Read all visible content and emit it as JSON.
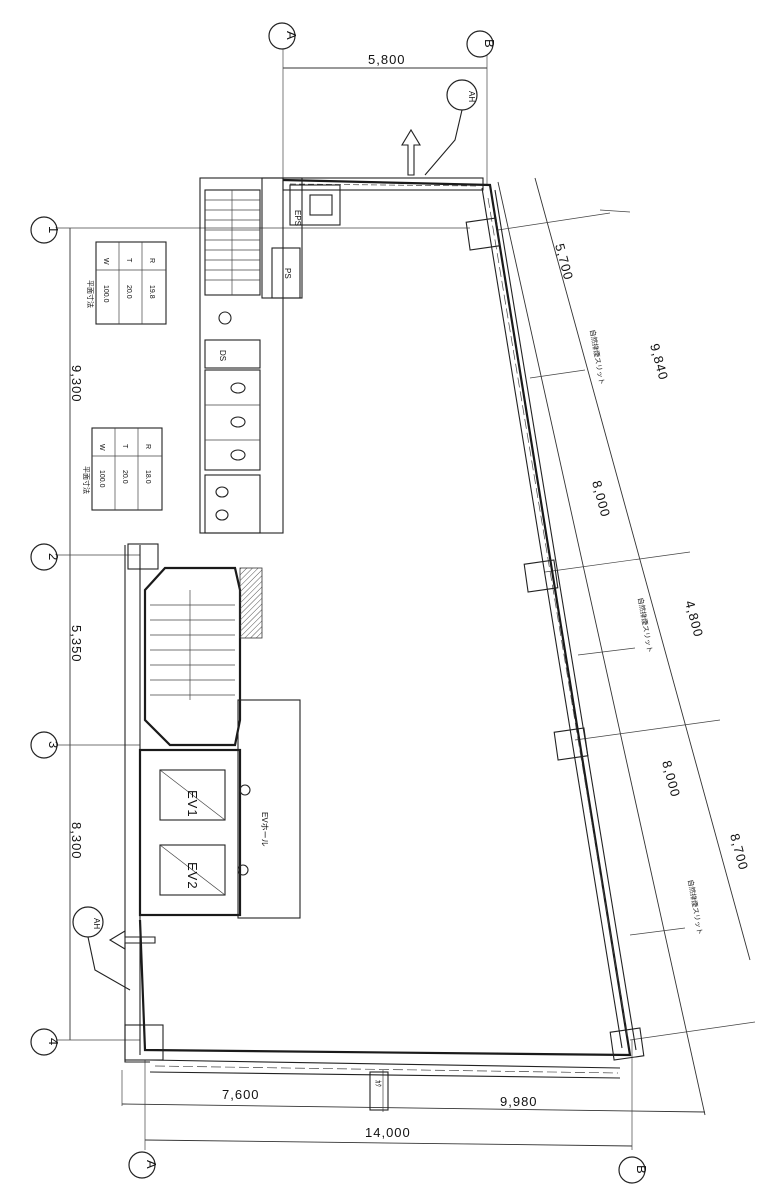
{
  "grid_axes": {
    "top": [
      "A",
      "B"
    ],
    "bottom": [
      "A",
      "B"
    ],
    "left": [
      "1",
      "2",
      "3",
      "4"
    ]
  },
  "dimensions": {
    "top": "5,800",
    "left_1_2": "9,300",
    "left_2_3": "5,350",
    "left_3_4": "8,300",
    "bottom_left": "7,600",
    "bottom_right": "9,980",
    "bottom_total": "14,000",
    "right_1": "5,700",
    "right_2": "8,000",
    "right_3": "8,000",
    "outer_1": "9,840",
    "outer_2": "4,800",
    "outer_3": "8,700"
  },
  "rooms": {
    "ev1": "EV1",
    "ev2": "EV2",
    "ev_hall": "EVホール",
    "eps": "EPS",
    "ps": "PS",
    "ds": "DS",
    "ah_top": "AH",
    "ah_bottom": "AH",
    "lift": "ｶｸ"
  },
  "slits": [
    "自然排煙スリット",
    "自然排煙スリット",
    "自然排煙スリット"
  ],
  "tables": [
    {
      "rows": [
        [
          "R",
          "T",
          "W"
        ],
        [
          "19.8",
          "20.0",
          "100.0"
        ]
      ],
      "note": "平面寸法"
    },
    {
      "rows": [
        [
          "R",
          "T",
          "W"
        ],
        [
          "18.0",
          "20.0",
          "100.0"
        ]
      ],
      "note": "平面寸法"
    }
  ]
}
